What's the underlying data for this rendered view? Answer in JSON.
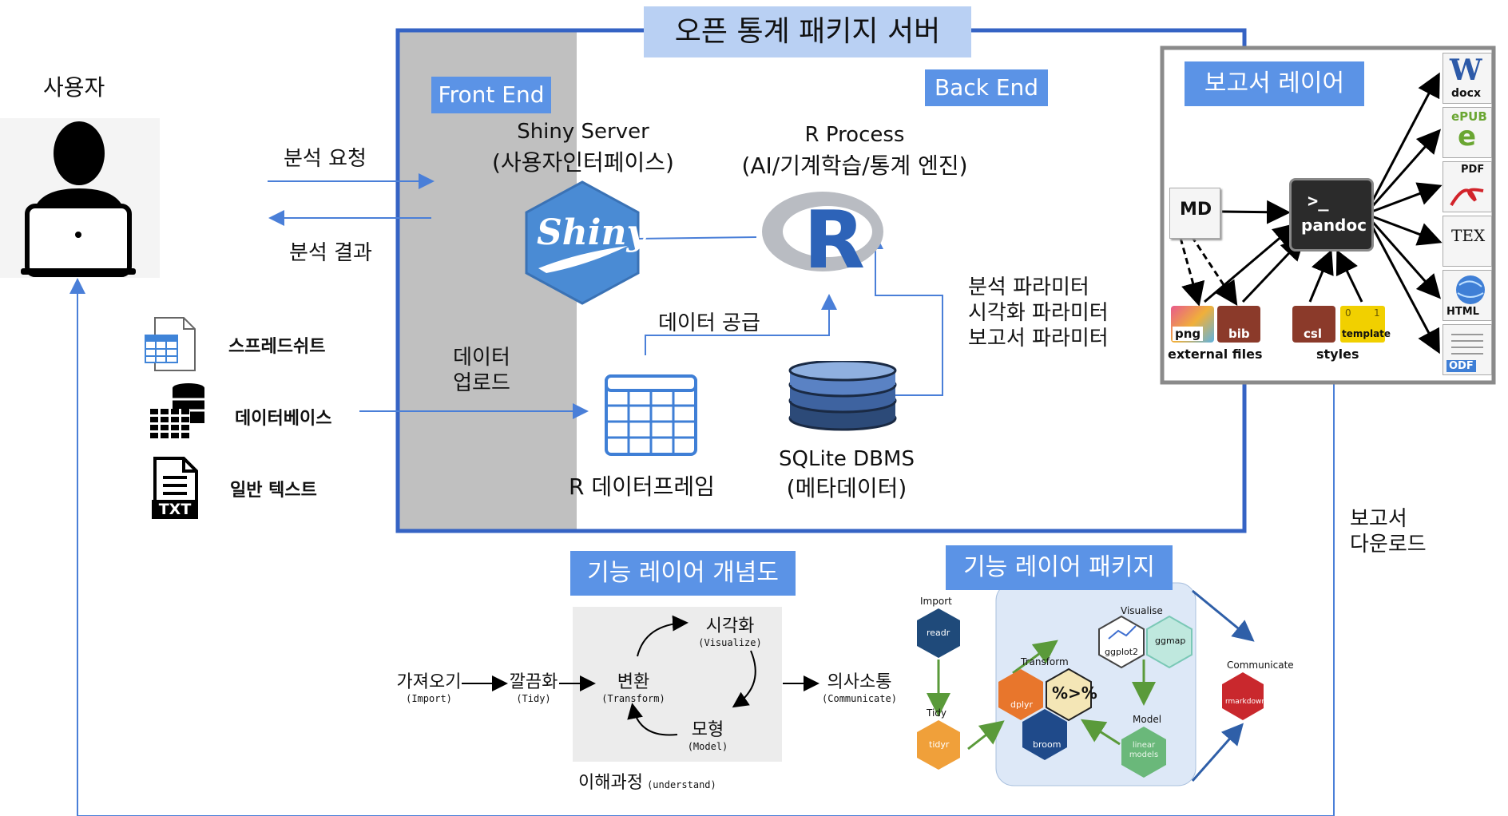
{
  "title": "오픈 통계 패키지 서버",
  "user": {
    "label": "사용자"
  },
  "arrows": {
    "request": "분석 요청",
    "result": "분석 결과",
    "download": [
      "보고서",
      "다운로드"
    ]
  },
  "sources": [
    {
      "icon": "spreadsheet-icon",
      "label": "스프레드쉬트"
    },
    {
      "icon": "database-icon",
      "label": "데이터베이스"
    },
    {
      "icon": "txt-file-icon",
      "label": "일반 텍스트",
      "badge": "TXT"
    }
  ],
  "server": {
    "front_end": "Front End",
    "back_end": "Back End",
    "shiny": {
      "title": "Shiny Server",
      "subtitle": "(사용자인터페이스)",
      "logo": "Shiny"
    },
    "r_process": {
      "title": "R Process",
      "subtitle": "(AI/기계학습/통계 엔진)",
      "logo": "R"
    },
    "upload": [
      "데이터",
      "업로드"
    ],
    "supply": "데이터 공급",
    "dataframe": "R 데이터프레임",
    "sqlite": {
      "title": "SQLite DBMS",
      "subtitle": "(메타데이터)"
    },
    "params": [
      "분석 파라미터",
      "시각화 파라미터",
      "보고서 파라미터"
    ]
  },
  "report_layer": {
    "title": "보고서 레이어",
    "md": "MD",
    "pandoc": {
      "prompt": ">_",
      "label": "pandoc"
    },
    "png": "png",
    "bib": "bib",
    "csl": "csl",
    "template": "template",
    "template_ruler": [
      "0",
      "1"
    ],
    "external_files": "external files",
    "styles": "styles",
    "outputs": [
      {
        "icon": "word-icon",
        "main": "W",
        "label": "docx"
      },
      {
        "icon": "epub-icon",
        "main": "e",
        "label": "ePUB"
      },
      {
        "icon": "pdf-icon",
        "main": "PDF",
        "label": ""
      },
      {
        "icon": "tex-icon",
        "main": "TEX",
        "label": ""
      },
      {
        "icon": "html-icon",
        "main": "",
        "label": "HTML"
      },
      {
        "icon": "odf-icon",
        "main": "",
        "label": "ODF"
      }
    ]
  },
  "concept": {
    "title": "기능 레이어 개념도",
    "import": {
      "ko": "가져오기",
      "en": "(Import)"
    },
    "tidy": {
      "ko": "깔끔화",
      "en": "(Tidy)"
    },
    "transform": {
      "ko": "변환",
      "en": "(Transform)"
    },
    "visualize": {
      "ko": "시각화",
      "en": "(Visualize)"
    },
    "model": {
      "ko": "모형",
      "en": "(Model)"
    },
    "communicate": {
      "ko": "의사소통",
      "en": "(Communicate)"
    },
    "understand": {
      "ko": "이해과정",
      "en": "(understand)"
    }
  },
  "packages": {
    "title": "기능 레이어 패키지",
    "stage_import": "Import",
    "stage_tidy": "Tidy",
    "stage_transform": "Transform",
    "stage_visualise": "Visualise",
    "stage_model": "Model",
    "stage_communicate": "Communicate",
    "readr": "readr",
    "tidyr": "tidyr",
    "dplyr": "dplyr",
    "magrittr": "%>%",
    "broom": "broom",
    "ggplot2": "ggplot2",
    "ggmap": "ggmap",
    "linear_models": [
      "linear",
      "models"
    ],
    "rmarkdown": "rmarkdown"
  },
  "colors": {
    "accent": "#5b93e6",
    "title_bg": "#b9d0f3",
    "server_border": "#3563c4",
    "arrow_blue": "#4a7fd8",
    "front_gray": "#c0c0c0",
    "green_arrow": "#5a9a3a"
  }
}
